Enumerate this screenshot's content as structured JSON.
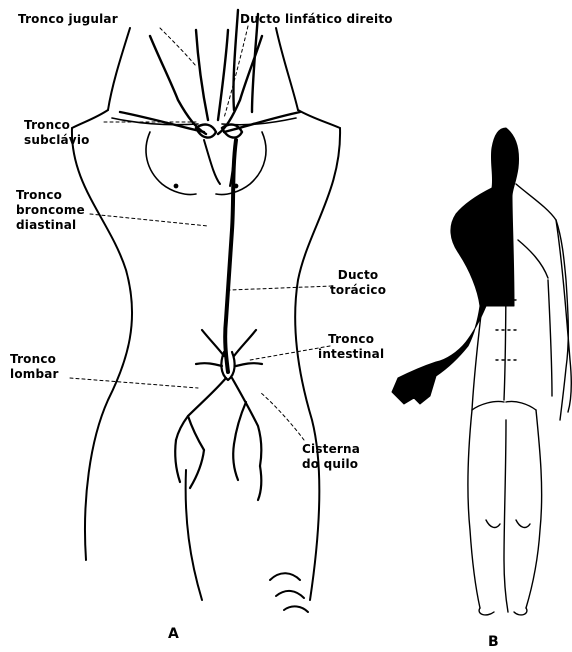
{
  "labels": {
    "tronco_jugular": "Tronco jugular",
    "ducto_linfatico_direito": "Ducto linfático direito",
    "tronco_subclavio": [
      "Tronco",
      "subclávio"
    ],
    "tronco_broncomediastinal": [
      "Tronco",
      "broncome",
      "diastinal"
    ],
    "ducto_toracico": [
      "Ducto",
      "torácico"
    ],
    "tronco_intestinal": [
      "Tronco",
      "intestinal"
    ],
    "tronco_lombar": [
      "Tronco",
      "lombar"
    ],
    "cisterna_do_quilo": [
      "Cisterna",
      "do quilo"
    ]
  },
  "panels": {
    "a": "A",
    "b": "B"
  },
  "colors": {
    "ink": "#000000",
    "background": "#ffffff"
  }
}
